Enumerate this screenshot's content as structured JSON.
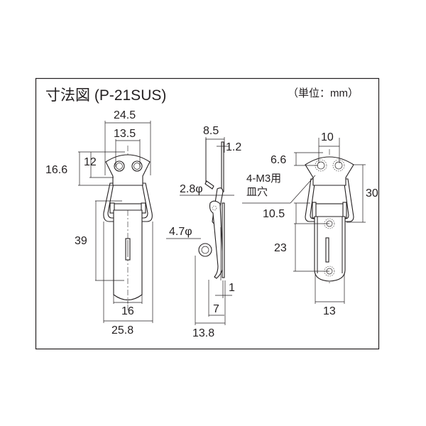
{
  "header": {
    "title": "寸法図 (P-21SUS)",
    "unit_label": "（単位：mm）"
  },
  "front_view": {
    "dims": {
      "overall_top_width": "24.5",
      "hole_spacing": "13.5",
      "mount_plate_height": "16.6",
      "hole_to_edge": "12",
      "hasp_length": "39",
      "hasp_width": "16",
      "overall_bottom_width": "25.8"
    }
  },
  "side_view": {
    "dims": {
      "top_offset": "8.5",
      "plate_thickness": "1.2",
      "wire_diameter": "2.8φ",
      "loop_diameter": "4.7φ",
      "bottom_thickness": "1",
      "tip_offset": "7",
      "overall_depth": "13.8"
    }
  },
  "hole_view": {
    "dims": {
      "hole_spacing": "10",
      "hole_offset": "6.6",
      "overall_height": "30",
      "upper_to_lower_gap": "10.5",
      "lower_hole_spacing": "23",
      "lower_width": "13"
    },
    "note_line1": "4-M3用",
    "note_line2": "皿穴"
  },
  "colors": {
    "line": "#231f20",
    "background": "#ffffff"
  }
}
